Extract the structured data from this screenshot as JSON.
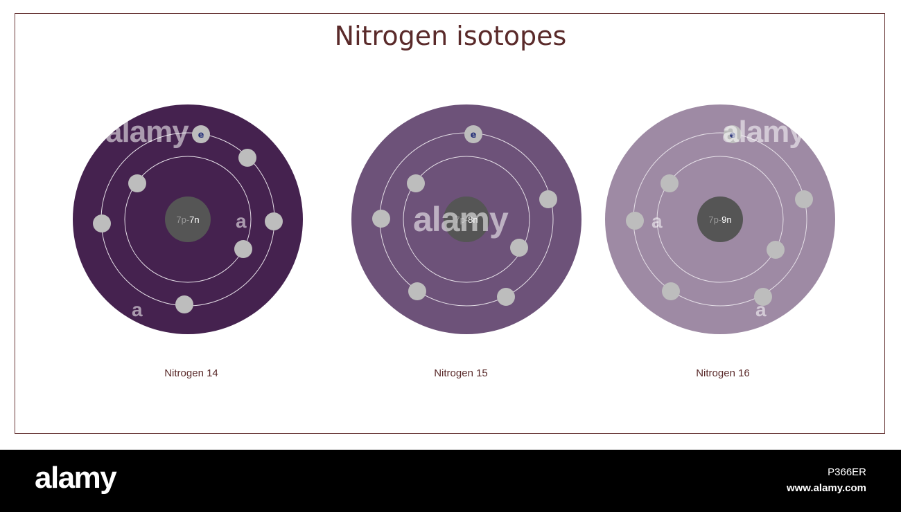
{
  "title": "Nitrogen isotopes",
  "atoms": [
    {
      "caption": "Nitrogen 14",
      "nucleus_p": "7p-",
      "nucleus_n": "7n",
      "fill": "#45224f",
      "electron_symbol": "e"
    },
    {
      "caption": "Nitrogen 15",
      "nucleus_p": "7p-",
      "nucleus_n": "8n",
      "fill": "#6d5279",
      "electron_symbol": "e"
    },
    {
      "caption": "Nitrogen 16",
      "nucleus_p": "7p-",
      "nucleus_n": "9n",
      "fill": "#9e8aa4",
      "electron_symbol": "e"
    }
  ],
  "colors": {
    "nucleus": "#555555",
    "electron": "#bdbdbd",
    "orbit": "#e6e0e8",
    "text_accent": "#5a2a2a",
    "electron_symbol": "#27327a"
  },
  "watermark": {
    "text": "alamy",
    "small": "a"
  },
  "footer": {
    "logo": "alamy",
    "image_id": "P366ER",
    "url": "www.alamy.com"
  }
}
